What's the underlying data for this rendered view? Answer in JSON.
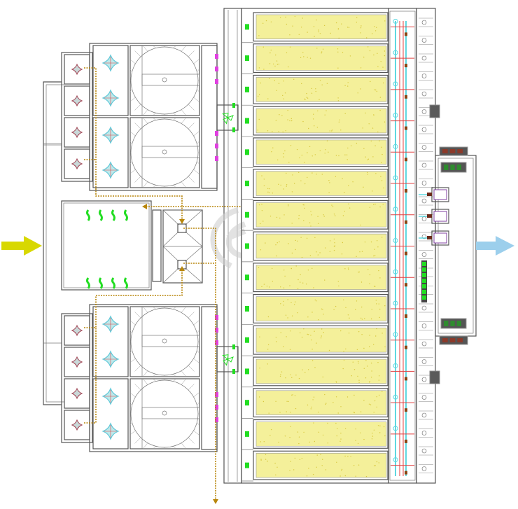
{
  "diagram": {
    "type": "water-treatment-plant-plan",
    "inlet_arrow": {
      "icon": "arrow-right-icon",
      "color": "#d8d800"
    },
    "outlet_arrow": {
      "icon": "arrow-right-icon",
      "color": "#9ccfec"
    },
    "colors": {
      "wall": "#555555",
      "filter_media": "#f4f09a",
      "sludge_pipe": "#b8860b",
      "pipe_cyan": "#5fd8e0",
      "pipe_red": "#e04040",
      "valve_green": "#22dd22",
      "valve_magenta": "#e040e0",
      "mixer": "#5fc8d8",
      "watermark": "#cfcfcf"
    },
    "sections": {
      "tank_blocks": [
        "top",
        "bottom"
      ],
      "filter_bed": {
        "count": 15
      },
      "clarifier_tanks_per_block": 2,
      "dosing_chambers_per_block": 4
    }
  }
}
